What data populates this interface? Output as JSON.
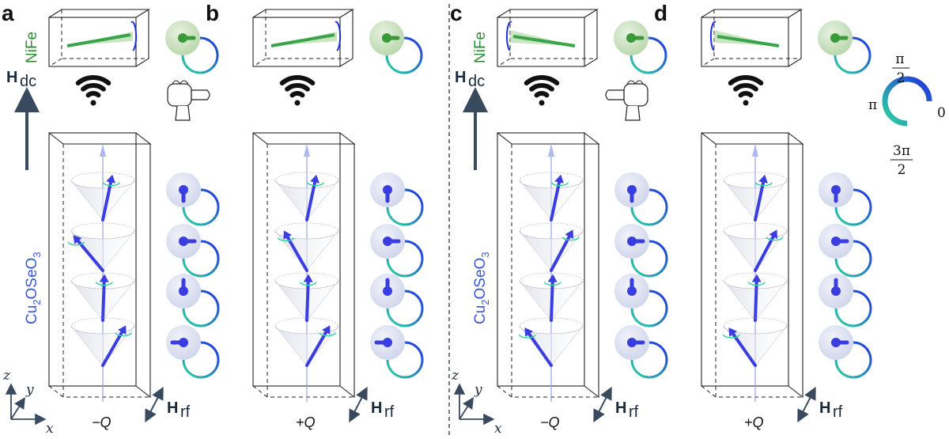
{
  "panels": [
    {
      "id": "a",
      "label": "a",
      "q_label": "−Q"
    },
    {
      "id": "b",
      "label": "b",
      "q_label": "+Q"
    },
    {
      "id": "c",
      "label": "c",
      "q_label": "−Q"
    },
    {
      "id": "d",
      "label": "d",
      "q_label": "+Q"
    }
  ],
  "layer_labels": {
    "top": "NiFe",
    "bottom_main": "Cu",
    "bottom_sub1": "2",
    "bottom_mid": "OSeO",
    "bottom_sub2": "3"
  },
  "field_dc": {
    "main": "H",
    "sub": "dc"
  },
  "field_rf": {
    "main": "H",
    "sub": "rf"
  },
  "axes": {
    "x": "x",
    "y": "y",
    "z": "z"
  },
  "phase_legend": {
    "zero": "0",
    "half_pi_num": "π",
    "half_pi_den": "2",
    "pi": "π",
    "three_half_pi_num": "3π",
    "three_half_pi_den": "2"
  },
  "colors": {
    "nife": "#3aa44a",
    "cu2oseo3": "#3a3ee0",
    "phase_start": "#2fd6a0",
    "phase_end": "#2030e0",
    "arrow_dc": "#3a4a5e"
  },
  "icons": {
    "wifi": "wifi-icon",
    "thumb": "thumb-pointing-hand-icon"
  }
}
